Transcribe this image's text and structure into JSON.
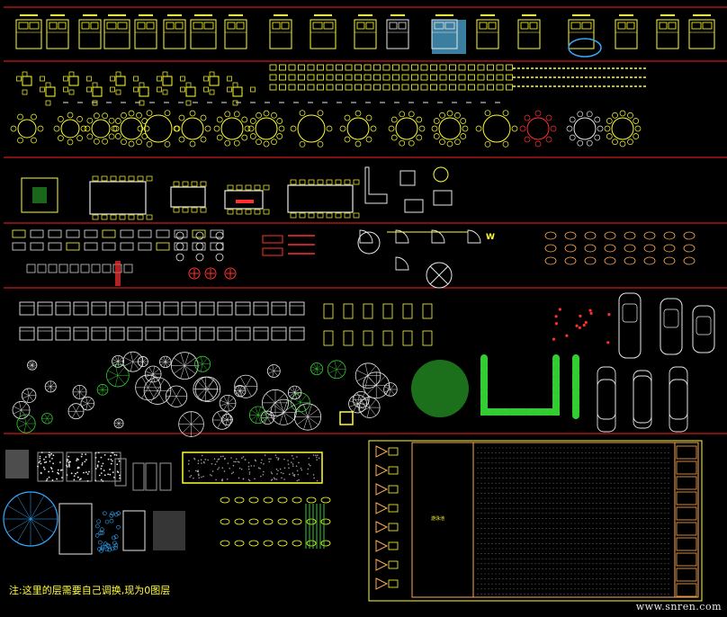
{
  "sheet": {
    "background": "#000000",
    "line_color": "#ff2020",
    "colors": {
      "yellow": "#ffff33",
      "white": "#e8e8e8",
      "red": "#ff3030",
      "green": "#33cc33",
      "orange": "#ffaa55",
      "gray": "#9a9a9a",
      "blue_fill": "#3a7fa0",
      "cyan": "#33aaff"
    }
  },
  "sections": [
    {
      "id": "beds",
      "content": "bed plan blocks"
    },
    {
      "id": "tables",
      "content": "dining tables and chairs"
    },
    {
      "id": "meeting",
      "content": "conference tables and counters"
    },
    {
      "id": "appliances",
      "content": "office equipment, doors and sanitary fixtures"
    },
    {
      "id": "sofas",
      "content": "sofas, small items and cars"
    },
    {
      "id": "plants",
      "content": "trees, shrubs and hedges"
    },
    {
      "id": "textures",
      "content": "hatch patterns, carpets and pool"
    }
  ],
  "labels": {
    "door_tag": "W",
    "pool_tag": "游泳池"
  },
  "footer": {
    "note": "注:这里的层需要自己调换,现为0图层",
    "watermark": "www.snren.com"
  }
}
